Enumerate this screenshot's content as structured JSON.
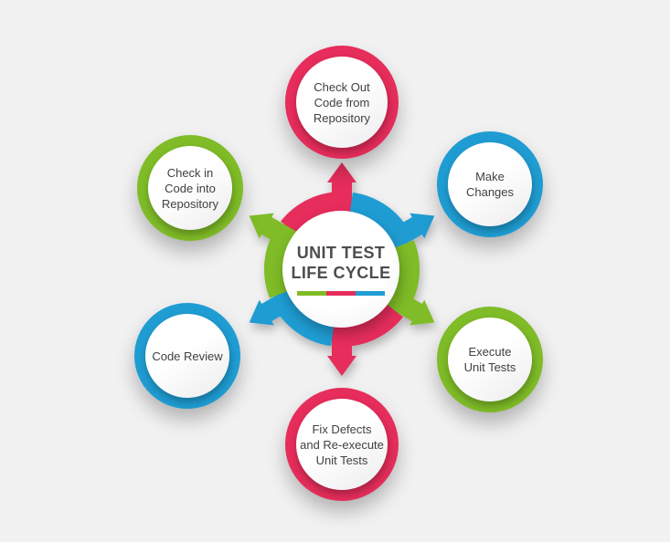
{
  "diagram_title": "UNIT TEST LIFE CYCLE",
  "center": {
    "title_line1": "UNIT TEST",
    "title_line2": "LIFE CYCLE",
    "underline_segments": [
      "green",
      "red",
      "blue"
    ]
  },
  "palette": {
    "red": "#e62d5b",
    "blue": "#1f9dd3",
    "green": "#7fbc27",
    "label_text": "#3f4042",
    "title_text": "#4c4d4f",
    "background": "#f1f1f2",
    "circle_fill": "#ffffff"
  },
  "nodes": [
    {
      "id": "check-out-code",
      "label": "Check Out\nCode from\nRepository",
      "color": "red",
      "position": "top"
    },
    {
      "id": "make-changes",
      "label": "Make\nChanges",
      "color": "blue",
      "position": "top-right"
    },
    {
      "id": "execute-unit-tests",
      "label": "Execute\nUnit Tests",
      "color": "green",
      "position": "bottom-right"
    },
    {
      "id": "fix-defects",
      "label": "Fix Defects\nand Re-execute\nUnit Tests",
      "color": "red",
      "position": "bottom"
    },
    {
      "id": "code-review",
      "label": "Code Review",
      "color": "blue",
      "position": "bottom-left"
    },
    {
      "id": "check-in-code",
      "label": "Check in\nCode into\nRepository",
      "color": "green",
      "position": "top-left"
    }
  ],
  "cycle": {
    "direction": "clockwise",
    "arrow_angles_deg": [
      0,
      60,
      120,
      180,
      240,
      300
    ],
    "arrow_colors": [
      "red",
      "blue",
      "green",
      "red",
      "blue",
      "green"
    ]
  }
}
